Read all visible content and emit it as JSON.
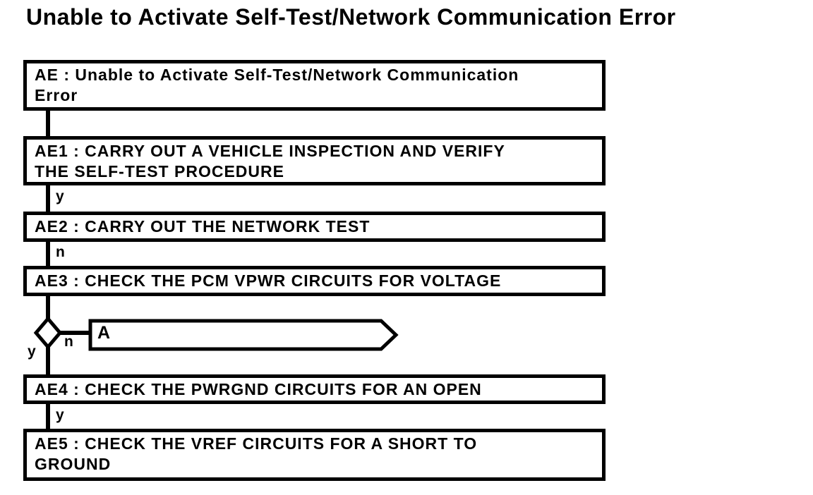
{
  "title": "Unable to Activate Self-Test/Network Communication Error",
  "colors": {
    "ink": "#000000",
    "paper": "#ffffff"
  },
  "flowchart": {
    "nodes": [
      {
        "id": "AE",
        "type": "process",
        "lines": [
          "AE : Unable to Activate Self-Test/Network Communication",
          "Error"
        ]
      },
      {
        "id": "AE1",
        "type": "process",
        "lines": [
          "AE1 : CARRY OUT A VEHICLE INSPECTION AND VERIFY",
          "THE SELF-TEST PROCEDURE"
        ]
      },
      {
        "id": "AE2",
        "type": "process",
        "lines": [
          "AE2 : CARRY OUT THE NETWORK TEST"
        ]
      },
      {
        "id": "AE3",
        "type": "process",
        "lines": [
          "AE3 : CHECK THE PCM VPWR CIRCUITS FOR VOLTAGE"
        ]
      },
      {
        "id": "AE4",
        "type": "process",
        "lines": [
          "AE4 : CHECK THE PWRGND CIRCUITS FOR AN OPEN"
        ]
      },
      {
        "id": "AE5",
        "type": "process",
        "lines": [
          "AE5 : CHECK THE VREF CIRCUITS FOR A SHORT TO",
          "GROUND"
        ]
      }
    ],
    "edge_labels": {
      "ae1_to_ae2": "y",
      "ae2_to_ae3": "n",
      "ae4_to_ae5": "y"
    },
    "decision": {
      "yes_label": "y",
      "no_label": "n"
    },
    "offpage_connector": {
      "label": "A"
    }
  }
}
